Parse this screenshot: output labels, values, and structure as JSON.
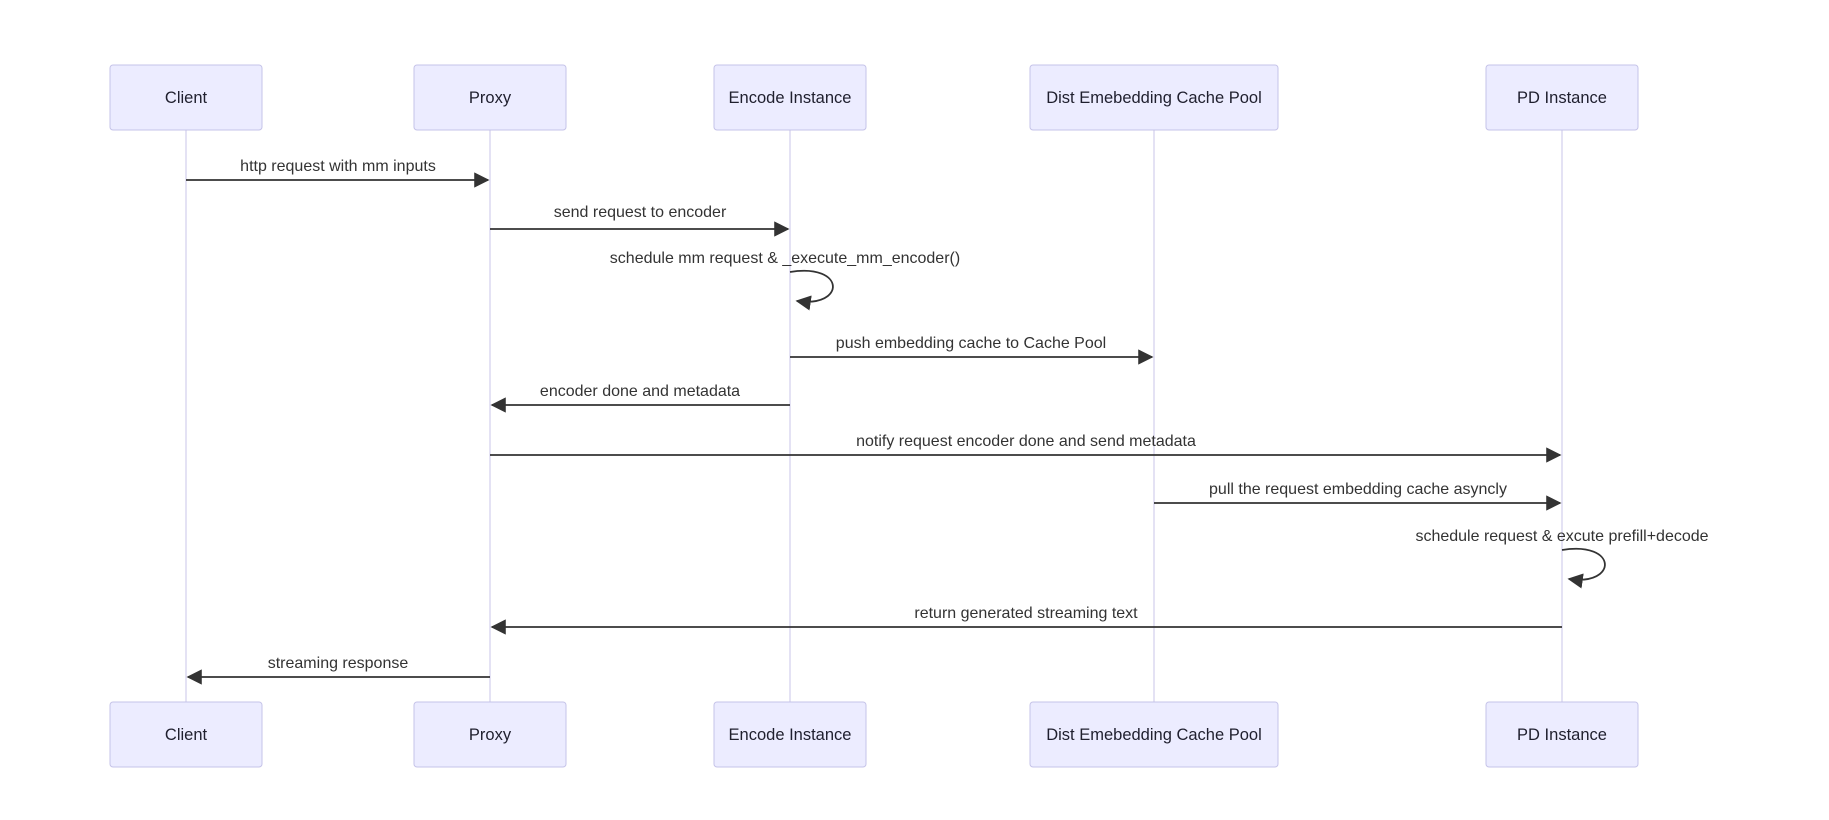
{
  "diagram": {
    "type": "sequence-diagram",
    "background_color": "#ffffff",
    "colors": {
      "actor_fill": "#ECECFF",
      "actor_border": "#C5C3E8",
      "lifeline": "#C9C5EA",
      "arrow": "#333333",
      "text": "#333333"
    },
    "actors": [
      {
        "id": "client",
        "label": "Client"
      },
      {
        "id": "proxy",
        "label": "Proxy"
      },
      {
        "id": "encode",
        "label": "Encode Instance"
      },
      {
        "id": "cache_pool",
        "label": "Dist Emebedding Cache Pool"
      },
      {
        "id": "pd",
        "label": "PD Instance"
      }
    ],
    "messages": [
      {
        "text": "http request with mm inputs",
        "from": "client",
        "to": "proxy",
        "kind": "arrow"
      },
      {
        "text": "send request to encoder",
        "from": "proxy",
        "to": "encode",
        "kind": "arrow"
      },
      {
        "text": "schedule mm request & _execute_mm_encoder()",
        "from": "encode",
        "to": "encode",
        "kind": "self-loop"
      },
      {
        "text": "push embedding cache to Cache Pool",
        "from": "encode",
        "to": "cache_pool",
        "kind": "arrow"
      },
      {
        "text": "encoder done and metadata",
        "from": "encode",
        "to": "proxy",
        "kind": "arrow"
      },
      {
        "text": "notify request encoder done and send metadata",
        "from": "proxy",
        "to": "pd",
        "kind": "arrow"
      },
      {
        "text": "pull the request embedding cache asyncly",
        "from": "cache_pool",
        "to": "pd",
        "kind": "arrow"
      },
      {
        "text": "schedule request & excute prefill+decode",
        "from": "pd",
        "to": "pd",
        "kind": "self-loop"
      },
      {
        "text": "return generated streaming text",
        "from": "pd",
        "to": "proxy",
        "kind": "arrow"
      },
      {
        "text": "streaming response",
        "from": "proxy",
        "to": "client",
        "kind": "arrow"
      }
    ]
  }
}
